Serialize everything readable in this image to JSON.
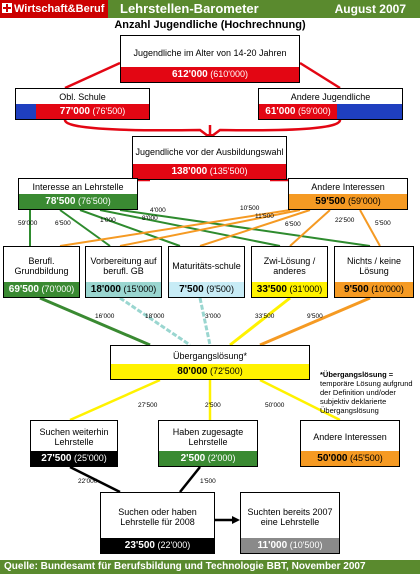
{
  "header": {
    "brand": "Wirtschaft&Beruf",
    "title": "Lehrstellen-Barometer",
    "date": "August 2007"
  },
  "subtitle": "Anzahl Jugendliche (Hochrechnung)",
  "colors": {
    "red": "#e30613",
    "blue": "#1f3fbf",
    "green": "#3a8a32",
    "lightgreen": "#8fd37a",
    "teal": "#9ad6d0",
    "yellow": "#fff200",
    "orange": "#f59a23",
    "black": "#000000",
    "grey": "#8a8a8a"
  },
  "boxes": {
    "total": {
      "label": "Jugendliche im Alter von 14-20 Jahren",
      "value": "612'000",
      "prev": "(610'000)"
    },
    "obl": {
      "label": "Obl. Schule",
      "value": "77'000",
      "prev": "(76'500)"
    },
    "andere_jug": {
      "label": "Andere Jugendliche",
      "value": "61'000",
      "prev": "(59'000)"
    },
    "vorwahl": {
      "label": "Jugendliche vor der Ausbildungswahl",
      "value": "138'000",
      "prev": "(135'500)"
    },
    "int_lehr": {
      "label": "Interesse an Lehrstelle",
      "value": "78'500",
      "prev": "(76'500)"
    },
    "and_int": {
      "label": "Andere Interessen",
      "value": "59'500",
      "prev": "(59'000)"
    },
    "berufl": {
      "label": "Berufl. Grundbildung",
      "value": "69'500",
      "prev": "(70'000)"
    },
    "vorber": {
      "label": "Vorbereitung auf berufl. GB",
      "value": "18'000",
      "prev": "(15'000)"
    },
    "matur": {
      "label": "Maturitäts-schule",
      "value": "7'500",
      "prev": "(9'500)"
    },
    "zwi": {
      "label": "Zwi-Lösung / anderes",
      "value": "33'500",
      "prev": "(31'000)"
    },
    "nichts": {
      "label": "Nichts / keine Lösung",
      "value": "9'500",
      "prev": "(10'000)"
    },
    "ueberg": {
      "label": "Übergangslösung*",
      "value": "80'000",
      "prev": "(72'500)"
    },
    "suchen_weiter": {
      "label": "Suchen weiterhin Lehrstelle",
      "value": "27'500",
      "prev": "(25'000)"
    },
    "haben_zug": {
      "label": "Haben zugesagte Lehrstelle",
      "value": "2'500",
      "prev": "(2'000)"
    },
    "and_int2": {
      "label": "Andere Interessen",
      "value": "50'000",
      "prev": "(45'500)"
    },
    "suchen2008": {
      "label": "Suchen oder haben Lehrstelle für 2008",
      "value": "23'500",
      "prev": "(22'000)"
    },
    "suchten2007": {
      "label": "Suchten bereits 2007 eine Lehrstelle",
      "value": "11'000",
      "prev": "(10'500)"
    }
  },
  "flows": {
    "f1": "59'000",
    "f2": "6'500",
    "f3": "1'000",
    "f4": "8'000",
    "f5": "4'000",
    "f6": "10'500",
    "f7": "11'500",
    "f8": "6'500",
    "f9": "22'500",
    "f10": "5'500",
    "g1": "16'000",
    "g2": "18'000",
    "g3": "3'000",
    "g4": "33'500",
    "g5": "9'500",
    "h1": "27'500",
    "h2": "2'500",
    "h3": "50'000",
    "i1": "22'000",
    "i2": "1'500"
  },
  "note": {
    "title": "*Übergangslösung =",
    "text": "temporäre Lösung aufgrund der Definition und/oder subjektiv deklarierte Übergangslösung"
  },
  "footer": "Quelle: Bundesamt für Berufsbildung und Technologie BBT, November 2007"
}
